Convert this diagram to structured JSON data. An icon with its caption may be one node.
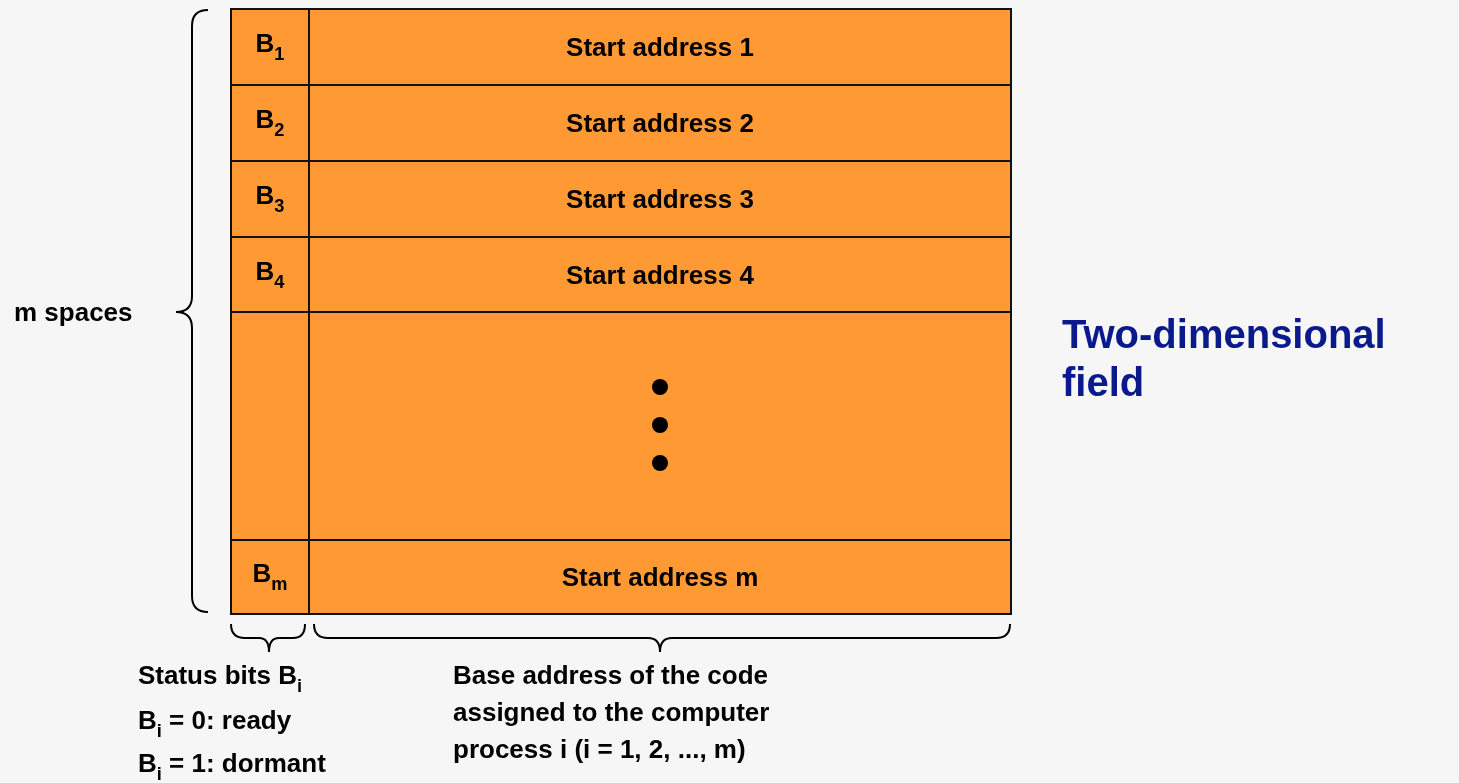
{
  "diagram": {
    "title": "Two-dimensional field",
    "nodes": [
      {
        "text": [
          "B$_{1}$"
        ]
      },
      {
        "text": [
          "Start address 1"
        ]
      },
      {
        "text": [
          "B$_{2}$"
        ]
      },
      {
        "text": [
          "Start address 2"
        ]
      },
      {
        "text": [
          "B$_{3}$"
        ]
      },
      {
        "text": [
          "Start address 3"
        ]
      },
      {
        "text": [
          "B$_{4}$"
        ]
      },
      {
        "text": [
          "Start address 4"
        ]
      },
      {
        "text": [],
        "shape": "box"
      },
      {
        "text": [],
        "shape": "box"
      },
      {
        "text": [
          "B$_{m}$"
        ]
      },
      {
        "text": [
          "Start address m"
        ]
      }
    ],
    "edges": [],
    "labels": [
      "m spaces",
      "Status bits B$_{i}$",
      "B$_{i}$ = 0: ready",
      "B$_{i}$ = 1: dormant",
      "Base address of the code assigned to the computer process i (i = 1, 2, ..., m)"
    ]
  }
}
